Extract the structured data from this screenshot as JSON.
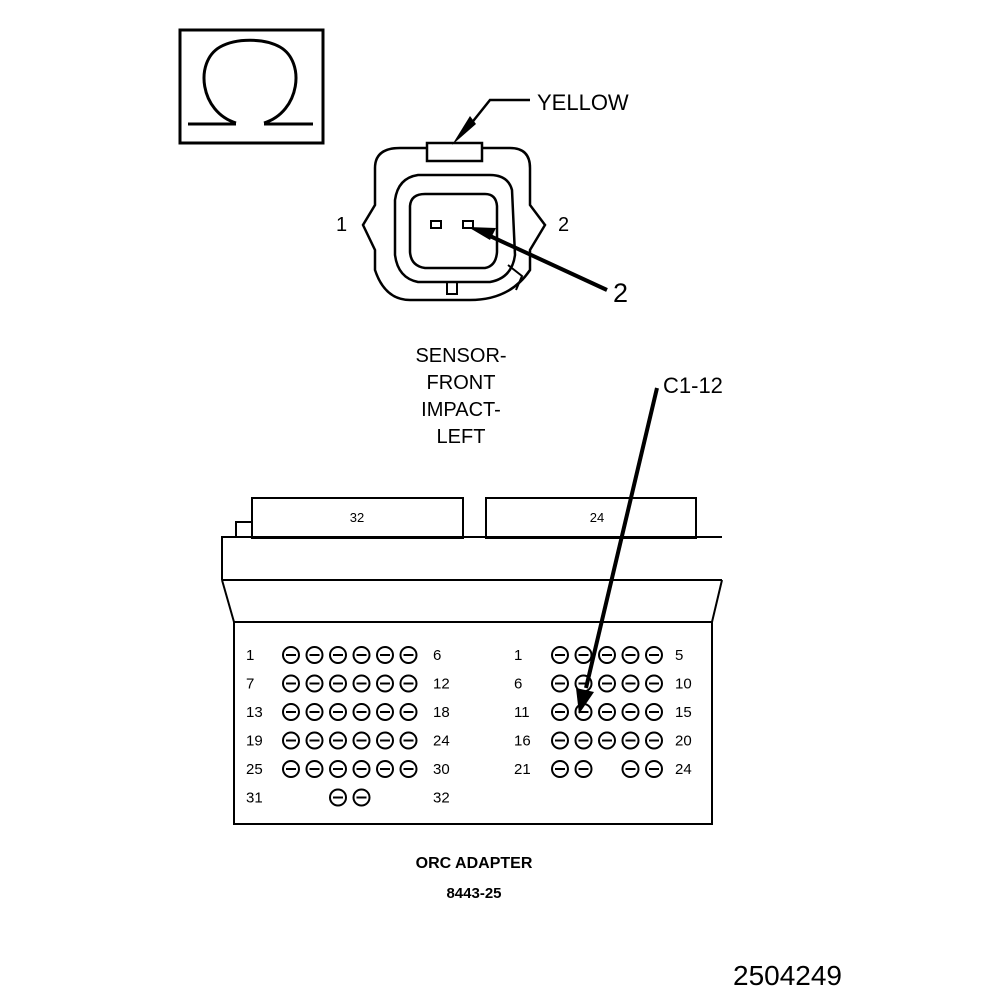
{
  "ohm_symbol_icon": "ohm-icon",
  "sensor_connector": {
    "wire_color": "YELLOW",
    "side_label_left": "1",
    "side_label_right": "2",
    "pin_callout": "2",
    "title_lines": [
      "SENSOR-",
      "FRONT",
      "IMPACT-",
      "LEFT"
    ]
  },
  "adapter": {
    "callout": "C1-12",
    "left_plug_label": "32",
    "right_plug_label": "24",
    "left_rows": [
      {
        "start": "1",
        "end": "6",
        "pins": [
          1,
          1,
          1,
          1,
          1,
          1
        ]
      },
      {
        "start": "7",
        "end": "12",
        "pins": [
          1,
          1,
          1,
          1,
          1,
          1
        ]
      },
      {
        "start": "13",
        "end": "18",
        "pins": [
          1,
          1,
          1,
          1,
          1,
          1
        ]
      },
      {
        "start": "19",
        "end": "24",
        "pins": [
          1,
          1,
          1,
          1,
          1,
          1
        ]
      },
      {
        "start": "25",
        "end": "30",
        "pins": [
          1,
          1,
          1,
          1,
          1,
          1
        ]
      },
      {
        "start": "31",
        "end": "32",
        "pins": [
          0,
          0,
          1,
          1,
          0,
          0
        ]
      }
    ],
    "right_rows": [
      {
        "start": "1",
        "end": "5",
        "pins": [
          1,
          1,
          1,
          1,
          1
        ]
      },
      {
        "start": "6",
        "end": "10",
        "pins": [
          1,
          1,
          1,
          1,
          1
        ]
      },
      {
        "start": "11",
        "end": "15",
        "pins": [
          1,
          1,
          1,
          1,
          1
        ]
      },
      {
        "start": "16",
        "end": "20",
        "pins": [
          1,
          1,
          1,
          1,
          1
        ]
      },
      {
        "start": "21",
        "end": "24",
        "pins": [
          1,
          1,
          0,
          1,
          1
        ]
      }
    ],
    "name": "ORC ADAPTER",
    "part_number": "8443-25"
  },
  "figure_id": "2504249"
}
